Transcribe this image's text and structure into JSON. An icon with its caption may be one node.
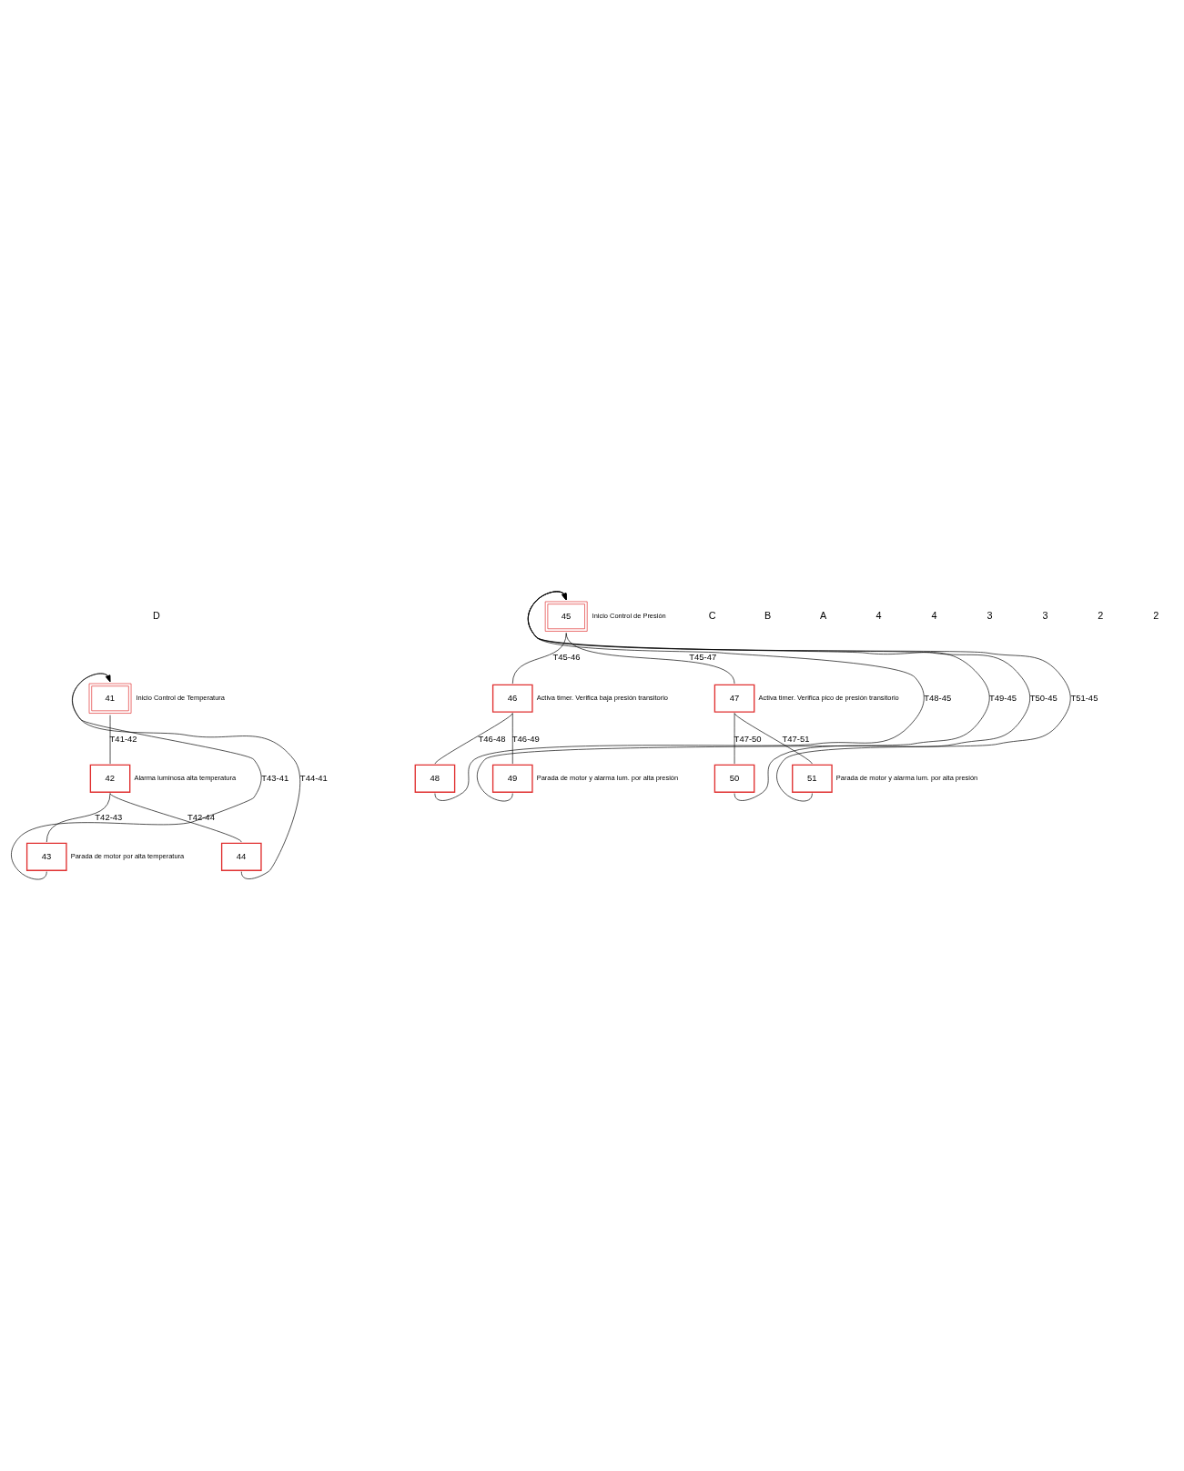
{
  "diagram": {
    "nodes": [
      {
        "text": [
          "41"
        ],
        "beside": [
          "Inicio Control de Temperatura"
        ]
      },
      {
        "text": [
          "42"
        ],
        "beside": [
          "Alarma luminosa alta temperatura"
        ]
      },
      {
        "text": [
          "43"
        ],
        "beside": [
          "Parada de motor por alta temperatura"
        ]
      },
      {
        "text": [
          "44"
        ]
      },
      {
        "text": [
          "45"
        ],
        "beside": [
          "Inicio Control de Presión"
        ]
      },
      {
        "text": [
          "46"
        ],
        "beside": [
          "Activa timer. Verifica baja presión transitorio"
        ]
      },
      {
        "text": [
          "47"
        ],
        "beside": [
          "Activa timer. Verifica pico de presión transitorio"
        ]
      },
      {
        "text": [
          "48"
        ]
      },
      {
        "text": [
          "49"
        ],
        "beside": [
          "Parada de motor y alarma lum. por alta presión"
        ]
      },
      {
        "text": [
          "50"
        ]
      },
      {
        "text": [
          "51"
        ],
        "beside": [
          "Parada de motor y alarma lum. por alta presión"
        ]
      }
    ],
    "edges": [
      {
        "from": 0,
        "to": 1,
        "arrow": "none",
        "label": "T41-42"
      },
      {
        "from": 1,
        "to": 2,
        "arrow": "none",
        "label": "T42-43"
      },
      {
        "from": 1,
        "to": 3,
        "arrow": "none",
        "label": "T42-44"
      },
      {
        "from": 2,
        "to": 0,
        "arrow": "to",
        "label": "T43-41"
      },
      {
        "from": 3,
        "to": 0,
        "arrow": "to",
        "label": "T44-41"
      },
      {
        "from": 4,
        "to": 5,
        "arrow": "none",
        "label": "T45-46"
      },
      {
        "from": 4,
        "to": 6,
        "arrow": "none",
        "label": "T45-47"
      },
      {
        "from": 5,
        "to": 7,
        "arrow": "none",
        "label": "T46-48"
      },
      {
        "from": 5,
        "to": 8,
        "arrow": "none",
        "label": "T46-49"
      },
      {
        "from": 6,
        "to": 9,
        "arrow": "none",
        "label": "T47-50"
      },
      {
        "from": 6,
        "to": 10,
        "arrow": "none",
        "label": "T47-51"
      },
      {
        "from": 7,
        "to": 4,
        "arrow": "to",
        "label": "T48-45"
      },
      {
        "from": 8,
        "to": 4,
        "arrow": "to",
        "label": "T49-45"
      },
      {
        "from": 9,
        "to": 4,
        "arrow": "to",
        "label": "T50-45"
      },
      {
        "from": 10,
        "to": 4,
        "arrow": "to",
        "label": "T51-45"
      }
    ],
    "labels": [
      "D",
      "C",
      "B",
      "A",
      "4",
      "4",
      "3",
      "3",
      "2",
      "2"
    ]
  }
}
